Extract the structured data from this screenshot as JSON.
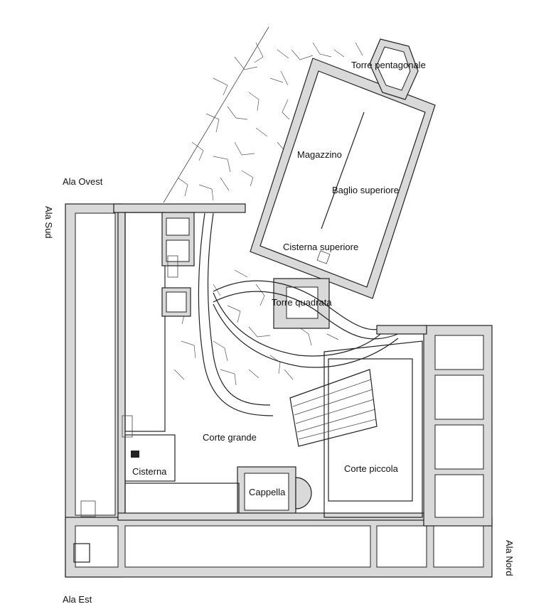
{
  "labels": {
    "torre_pentagonale": "Torre pentagonale",
    "magazzino": "Magazzino",
    "baglio_superiore": "Baglio superiore",
    "cisterna_superiore": "Cisterna superiore",
    "torre_quadrata": "Torre quadrata",
    "ala_ovest": "Ala Ovest",
    "ala_sud": "Ala Sud",
    "ala_nord": "Ala Nord",
    "ala_est": "Ala Est",
    "corte_grande": "Corte grande",
    "corte_piccola": "Corte piccola",
    "cisterna": "Cisterna",
    "cappella": "Cappella"
  },
  "colors": {
    "wall_fill": "#d9d9d9",
    "line": "#222222",
    "background": "#ffffff"
  }
}
